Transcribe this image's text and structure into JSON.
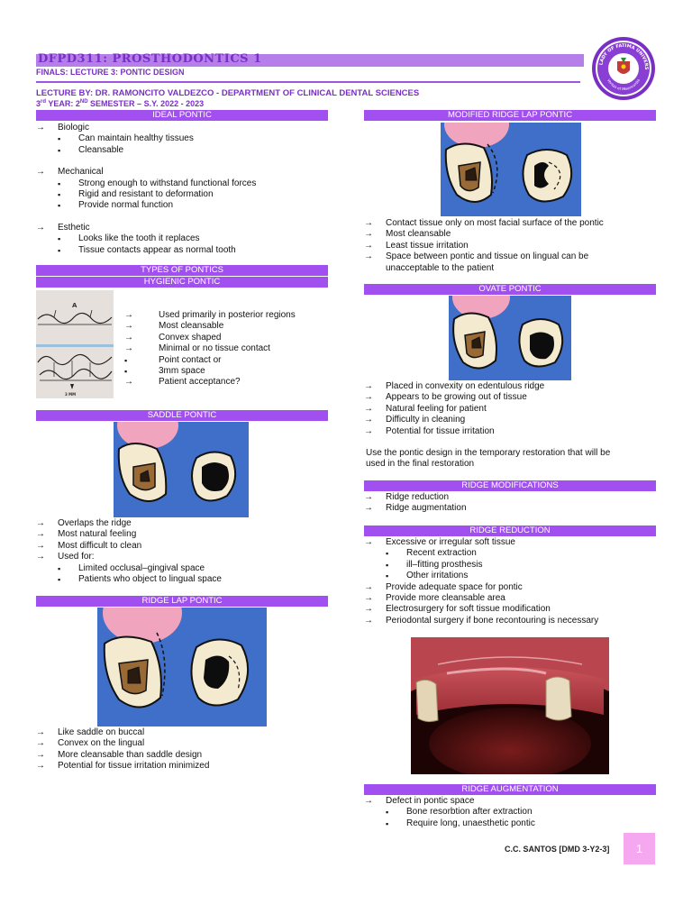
{
  "header": {
    "course": "DFPD311: PROSTHODONTICS 1",
    "lecture": "FINALS: LECTURE 3: PONTIC DESIGN",
    "lecturer": "LECTURE BY: DR. RAMONCITO VALDEZCO - DEPARTMENT OF CLINICAL DENTAL SCIENCES",
    "year_prefix": "3",
    "year_sup1": "rd",
    "year_mid": " YEAR: 2",
    "year_sup2": "ND",
    "year_suffix": " SEMESTER – S.Y. 2022 - 2023"
  },
  "seal": {
    "text": "OUR LADY OF FATIMA UNIVERSITY",
    "motto": "Veritas et Misericordia"
  },
  "ideal_pontic": {
    "title": "IDEAL PONTIC",
    "biologic": "Biologic",
    "biologic_items": [
      "Can maintain healthy tissues",
      "Cleansable"
    ],
    "mechanical": "Mechanical",
    "mechanical_items": [
      "Strong enough to withstand functional forces",
      "Rigid and resistant to deformation",
      "Provide normal function"
    ],
    "esthetic": "Esthetic",
    "esthetic_items": [
      "Looks like the tooth it replaces",
      "Tissue contacts appear as normal tooth"
    ]
  },
  "types_title": "TYPES OF PONTICS",
  "hygienic": {
    "title": "HYGIENIC PONTIC",
    "label_a": "A",
    "label_3mm": "3 MM",
    "items": [
      "Used primarily in posterior regions",
      "Most cleansable",
      "Convex shaped",
      "Minimal or no tissue contact",
      "Point contact or",
      "3mm space",
      "Patient acceptance?"
    ]
  },
  "saddle": {
    "title": "SADDLE PONTIC",
    "items": [
      "Overlaps the ridge",
      "Most natural feeling",
      "Most difficult to clean",
      "Used for:"
    ],
    "sub_items": [
      "Limited occlusal–gingival space",
      "Patients who object to lingual space"
    ]
  },
  "ridge_lap": {
    "title": "RIDGE LAP PONTIC",
    "items": [
      "Like saddle on buccal",
      "Convex on the lingual",
      "More cleansable than saddle design",
      "Potential for tissue irritation minimized"
    ]
  },
  "modified": {
    "title": "MODIFIED RIDGE LAP PONTIC",
    "items": [
      "Contact tissue only on most facial surface of the pontic",
      "Most cleansable",
      "Least tissue irritation",
      "Space between pontic and tissue on lingual can be"
    ],
    "cont": "unacceptable to the patient"
  },
  "ovate": {
    "title": "OVATE PONTIC",
    "items": [
      "Placed in convexity on edentulous ridge",
      "Appears to be growing out of tissue",
      "Natural feeling for patient",
      "Difficulty in cleaning",
      "Potential for tissue irritation"
    ],
    "note_line1": "Use the pontic design in the temporary restoration that will be",
    "note_line2": "used in the final restoration"
  },
  "ridge_mod": {
    "title": "RIDGE MODIFICATIONS",
    "items": [
      "Ridge reduction",
      "Ridge augmentation"
    ]
  },
  "ridge_red": {
    "title": "RIDGE REDUCTION",
    "first": "Excessive or irregular soft tissue",
    "sub_items": [
      "Recent extraction",
      "ill–fitting prosthesis",
      "Other irritations"
    ],
    "items": [
      "Provide adequate space for pontic",
      "Provide more cleansable area",
      "Electrosurgery for soft tissue modification",
      "Periodontal surgery if bone recontouring is necessary"
    ]
  },
  "ridge_aug": {
    "title": "RIDGE AUGMENTATION",
    "first": "Defect in pontic space",
    "sub_items": [
      "Bone resorbtion after extraction",
      "Require long, unaesthetic pontic"
    ]
  },
  "footer": {
    "name": "C.C. SANTOS [DMD 3-Y2-3]",
    "page": "1"
  },
  "colors": {
    "accent": "#a24ff0",
    "header_text": "#7a2fc4",
    "diagram_bg": "#3f6fc9",
    "page_box": "#f5a8f0"
  }
}
